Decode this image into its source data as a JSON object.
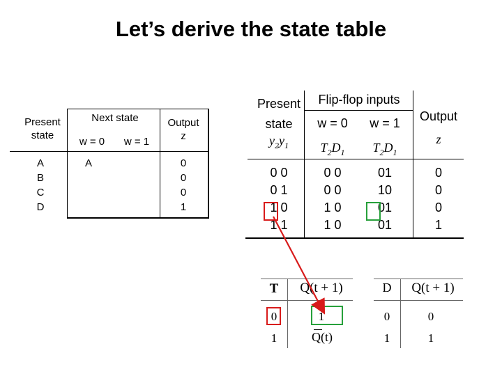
{
  "title": "Let’s derive the state table",
  "table1": {
    "present_label_line1": "Present",
    "present_label_line2": "state",
    "next_state_label": "Next state",
    "w0_label": "w = 0",
    "w1_label": "w = 1",
    "output_label": "Output",
    "output_var": "z",
    "states": [
      "A",
      "B",
      "C",
      "D"
    ],
    "next_w0": [
      "A",
      "",
      "",
      ""
    ],
    "next_w1": [
      "",
      "",
      "",
      ""
    ],
    "outputs": [
      "0",
      "0",
      "0",
      "1"
    ]
  },
  "table2": {
    "present_label": "Present",
    "state_label": "state",
    "state_vars": "y",
    "state_sub1": "2",
    "state_var2": "y",
    "state_sub2": "1",
    "ff_inputs_label": "Flip-flop inputs",
    "w0_label": "w = 0",
    "w1_label": "w = 1",
    "ff_w0_a": "T",
    "ff_w0_a_sub": "2",
    "ff_w0_b": "D",
    "ff_w0_b_sub": "1",
    "ff_w1_a": "T",
    "ff_w1_a_sub": "2",
    "ff_w1_b": "D",
    "ff_w1_b_sub": "1",
    "output_label": "Output",
    "output_var": "z",
    "present_states": [
      "0 0",
      "0 1",
      "1 0",
      "1 1"
    ],
    "inputs_w0": [
      "0 0",
      "0 0",
      "1 0",
      "1 0"
    ],
    "inputs_w1": [
      "01",
      "10",
      "01",
      "01"
    ],
    "outputs": [
      "0",
      "0",
      "0",
      "1"
    ]
  },
  "t_table": {
    "col1": "T",
    "col2": "Q(t + 1)",
    "row1_t": "0",
    "row1_q": "1",
    "row2_t": "1",
    "row2_q": "Q(t)"
  },
  "d_table": {
    "col1": "D",
    "col2": "Q(t + 1)",
    "row1_d": "0",
    "row1_q": "0",
    "row2_d": "1",
    "row2_q": "1"
  },
  "colors": {
    "highlight_red": "#d81b1b",
    "highlight_green": "#27a03b",
    "arrow": "#d81b1b"
  }
}
